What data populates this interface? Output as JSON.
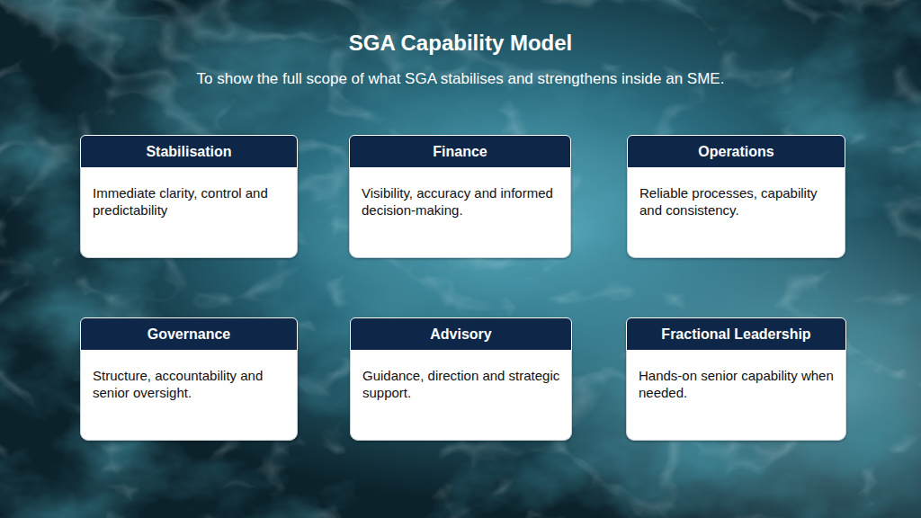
{
  "diagram": {
    "title": "SGA Capability Model",
    "nodes": [
      {
        "text": [
          "Stabilisation",
          "Immediate clarity, control and predictability"
        ]
      },
      {
        "text": [
          "Finance",
          "Visibility, accuracy and informed decision-making."
        ]
      },
      {
        "text": [
          "Operations",
          "Reliable processes, capability and consistency."
        ]
      },
      {
        "text": [
          "Governance",
          "Structure, accountability and senior oversight."
        ]
      },
      {
        "text": [
          "Advisory",
          "Guidance, direction and strategic support."
        ]
      },
      {
        "text": [
          "Fractional Leadership",
          "Hands-on senior capability when needed."
        ]
      }
    ],
    "labels": [
      "To show the full scope of what SGA stabilises and strengthens inside an SME."
    ]
  }
}
